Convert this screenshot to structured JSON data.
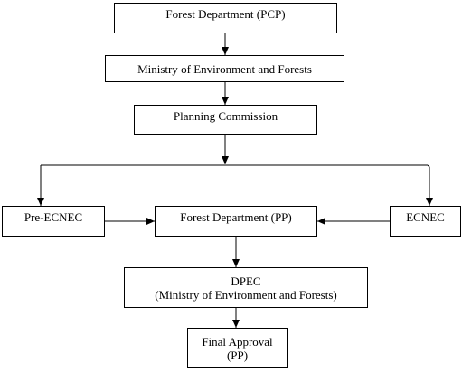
{
  "nodes": {
    "forest_pcp": {
      "label": "Forest Department (PCP)"
    },
    "moef": {
      "label": "Ministry of Environment and Forests"
    },
    "planning": {
      "label": "Planning Commission"
    },
    "pre_ecnec": {
      "label": "Pre-ECNEC"
    },
    "forest_pp": {
      "label": "Forest Department (PP)"
    },
    "ecnec": {
      "label": "ECNEC"
    },
    "dpec": {
      "line1": "DPEC",
      "line2": "(Ministry of Environment and Forests)"
    },
    "final": {
      "line1": "Final Approval",
      "line2": "(PP)"
    }
  },
  "edges": [
    {
      "from": "forest_pcp",
      "to": "moef"
    },
    {
      "from": "moef",
      "to": "planning"
    },
    {
      "from": "planning",
      "to": "pre_ecnec"
    },
    {
      "from": "planning",
      "to": "ecnec"
    },
    {
      "from": "pre_ecnec",
      "to": "forest_pp"
    },
    {
      "from": "ecnec",
      "to": "forest_pp"
    },
    {
      "from": "forest_pp",
      "to": "dpec"
    },
    {
      "from": "dpec",
      "to": "final"
    }
  ],
  "colors": {
    "stroke": "#000000",
    "background": "#ffffff"
  }
}
